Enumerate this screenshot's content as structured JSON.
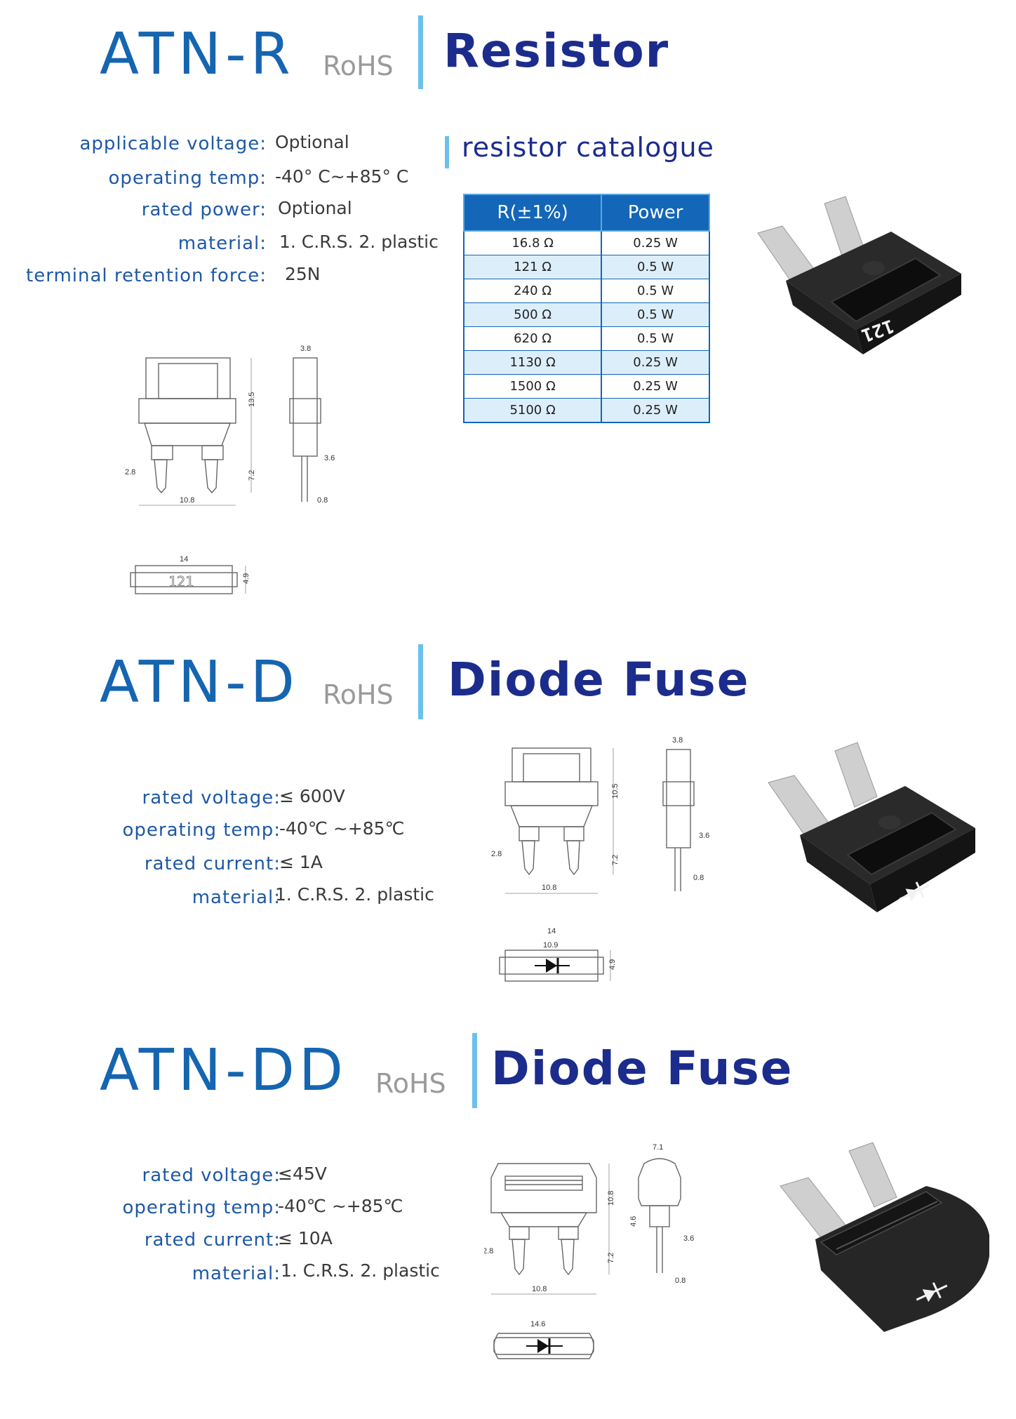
{
  "sections": [
    {
      "model": "ATN-R",
      "rohs": "RoHS",
      "title": "Resistor",
      "specs": [
        {
          "label": "applicable voltage:",
          "value": "Optional"
        },
        {
          "label": "operating temp:",
          "value": "-40° C~+85° C"
        },
        {
          "label": "rated power:",
          "value": "Optional"
        },
        {
          "label": "material:",
          "value": "1. C.R.S.  2. plastic"
        },
        {
          "label": "terminal retention force:",
          "value": "25N"
        }
      ],
      "catalogue": {
        "title": "resistor catalogue",
        "headers": [
          "R(±1%)",
          "Power"
        ],
        "rows": [
          [
            "16.8 Ω",
            "0.25 W"
          ],
          [
            "121 Ω",
            "0.5 W"
          ],
          [
            "240 Ω",
            "0.5 W"
          ],
          [
            "500 Ω",
            "0.5 W"
          ],
          [
            "620 Ω",
            "0.5 W"
          ],
          [
            "1130 Ω",
            "0.25 W"
          ],
          [
            "1500 Ω",
            "0.25 W"
          ],
          [
            "5100 Ω",
            "0.25 W"
          ]
        ]
      },
      "marking": "121",
      "dims": {
        "a": "3.8",
        "b": "13.5",
        "c": "3.6",
        "d": "2.8",
        "e": "7.2",
        "f": "10.8",
        "g": "0.8",
        "h": "14",
        "i": "4.9"
      }
    },
    {
      "model": "ATN-D",
      "rohs": "RoHS",
      "title": "Diode Fuse",
      "specs": [
        {
          "label": "rated voltage:",
          "value": "≤ 600V"
        },
        {
          "label": "operating temp:",
          "value": "-40℃ ~+85℃"
        },
        {
          "label": "rated current:",
          "value": "≤ 1A"
        },
        {
          "label": "material:",
          "value": "1. C.R.S.  2. plastic"
        }
      ],
      "dims": {
        "a": "3.8",
        "b": "10.5",
        "c": "3.6",
        "d": "2.8",
        "e": "7.2",
        "f": "10.8",
        "g": "0.8",
        "h": "14",
        "j": "10.9",
        "i": "4.9"
      }
    },
    {
      "model": "ATN-DD",
      "rohs": "RoHS",
      "title": "Diode Fuse",
      "specs": [
        {
          "label": "rated voltage:",
          "value": "≤45V"
        },
        {
          "label": "operating temp:",
          "value": "-40℃ ~+85℃"
        },
        {
          "label": "rated current:",
          "value": "≤ 10A"
        },
        {
          "label": "material:",
          "value": "1. C.R.S.  2. plastic"
        }
      ],
      "dims": {
        "a": "7.1",
        "b": "10.8",
        "k": "4.6",
        "c": "3.6",
        "d": "2.8",
        "e": "7.2",
        "f": "10.8",
        "g": "0.8",
        "h": "14.6"
      }
    }
  ],
  "colors": {
    "model": "#1565b0",
    "title": "#1c2c8c",
    "label": "#1e58a6",
    "accent_bar": "#6cc0ec",
    "table_header": "#1466b8",
    "table_alt": "#dceefa"
  }
}
